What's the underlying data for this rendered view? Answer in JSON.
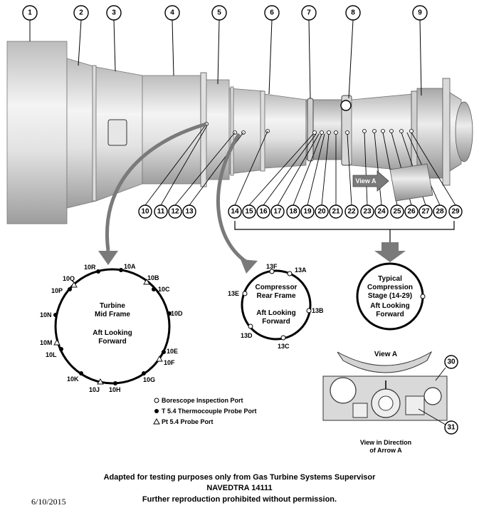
{
  "callouts_top": [
    "1",
    "2",
    "3",
    "4",
    "5",
    "6",
    "7",
    "8",
    "9"
  ],
  "callouts_bottom": [
    "10",
    "11",
    "12",
    "13",
    "14",
    "15",
    "16",
    "17",
    "18",
    "19",
    "20",
    "21",
    "22",
    "23",
    "24",
    "25",
    "26",
    "27",
    "28",
    "29"
  ],
  "callouts_side": [
    "30",
    "31"
  ],
  "turbine": {
    "title": "Turbine",
    "title2": "Mid Frame",
    "sub1": "Aft Looking",
    "sub2": "Forward",
    "ports": [
      "10A",
      "10B",
      "10C",
      "10D",
      "10E",
      "10F",
      "10G",
      "10H",
      "10J",
      "10K",
      "10L",
      "10M",
      "10N",
      "10P",
      "10Q",
      "10R"
    ]
  },
  "compressor_rear": {
    "title": "Compressor",
    "title2": "Rear Frame",
    "sub1": "Aft Looking",
    "sub2": "Forward",
    "ports": [
      "13A",
      "13B",
      "13C",
      "13D",
      "13E",
      "13F"
    ]
  },
  "typical_stage": {
    "line1": "Typical",
    "line2": "Compression",
    "line3": "Stage (14-29)",
    "line4": "Aft Looking",
    "line5": "Forward"
  },
  "legend": [
    {
      "symbol": "○",
      "text": "Borescope Inspection Port"
    },
    {
      "symbol": "●",
      "text": "T 5.4 Thermocouple Probe Port"
    },
    {
      "symbol": "△",
      "text": "Pt 5.4 Probe Port"
    }
  ],
  "view_a": {
    "arrow_label": "View A",
    "title": "View A",
    "caption1": "View in Direction",
    "caption2": "of Arrow A"
  },
  "footer": {
    "line1": "Adapted for testing purposes only from Gas Turbine Systems Supervisor",
    "line2": "NAVEDTRA 14111",
    "line3": "Further reproduction prohibited without permission."
  },
  "date": "6/10/2015",
  "colors": {
    "engine_gray": "#c8c8c8",
    "arrow_gray": "#7a7a7a",
    "line": "#000000"
  }
}
